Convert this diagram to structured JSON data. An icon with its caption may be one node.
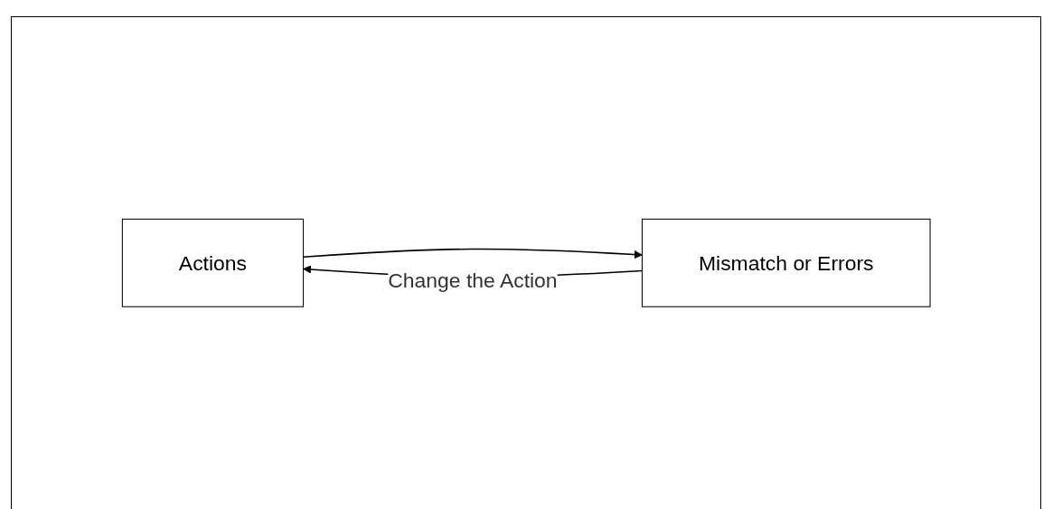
{
  "diagram": {
    "nodes": [
      {
        "text": [
          "Actions"
        ]
      },
      {
        "text": [
          "Mismatch or Errors"
        ]
      }
    ],
    "edges": [
      {
        "from": 0,
        "to": 1,
        "arrow": "to"
      },
      {
        "from": 1,
        "to": 0,
        "arrow": "to",
        "label": "Change the Action"
      }
    ]
  }
}
